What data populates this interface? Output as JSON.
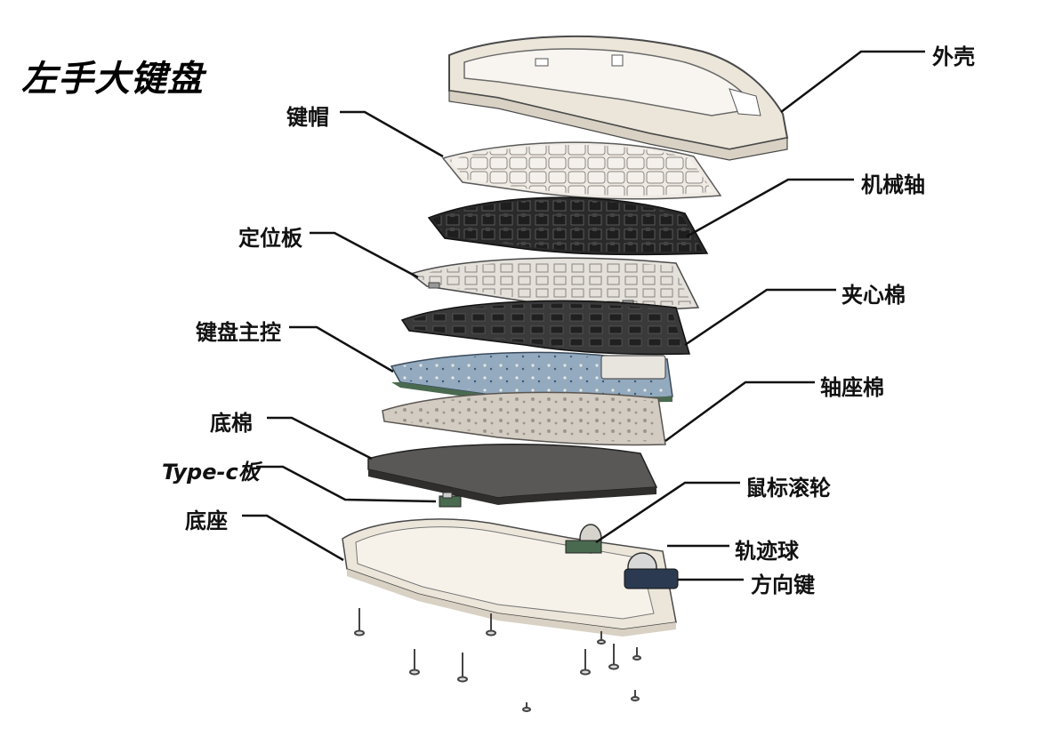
{
  "title": "左手大键盘",
  "labels": {
    "shell": "外壳",
    "keycaps": "键帽",
    "switches": "机械轴",
    "plate": "定位板",
    "sandwich_foam": "夹心棉",
    "main_pcb": "键盘主控",
    "switch_foam": "轴座棉",
    "bottom_foam": "底棉",
    "typec_board": "Type-c板",
    "scroll_wheel": "鼠标滚轮",
    "base": "底座",
    "trackball": "轨迹球",
    "direction_keys": "方向键"
  },
  "colors": {
    "shell": "#ece6da",
    "keycaps": "#efebe4",
    "switch": "#2a2a2a",
    "plate": "#e4e0da",
    "sandwich_foam": "#3a3a3a",
    "pcb": "#93aabf",
    "switch_foam": "#d2ccc3",
    "bottom_foam": "#5a5856",
    "base": "#ece6da",
    "outline": "#4a4a4a",
    "leader": "#111111"
  }
}
